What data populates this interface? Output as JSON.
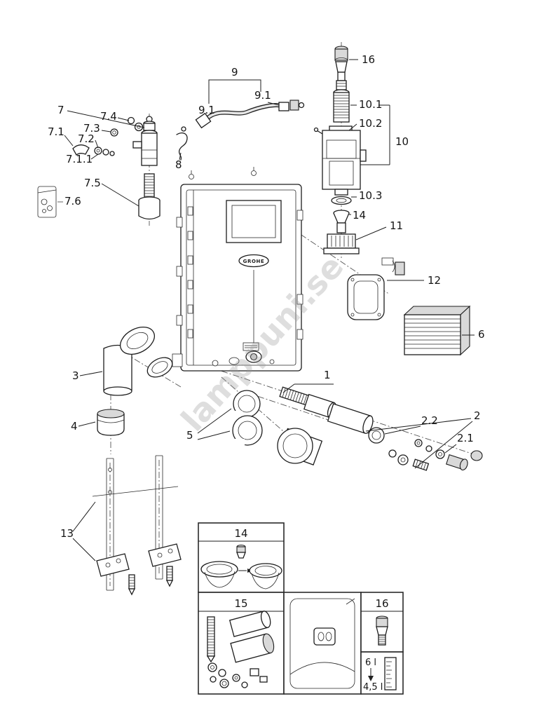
{
  "diagram": {
    "watermark": "lamppuni.se",
    "brand_logo": "GROHE"
  },
  "callouts": {
    "c16": "16",
    "c9": "9",
    "c9_1a": "9.1",
    "c9_1b": "9.1",
    "c7": "7",
    "c7_1": "7.1",
    "c7_2": "7.2",
    "c7_3": "7.3",
    "c7_4": "7.4",
    "c7_1_1": "7.1.1",
    "c7_5": "7.5",
    "c7_6": "7.6",
    "c8": "8",
    "c10": "10",
    "c10_1": "10.1",
    "c10_2": "10.2",
    "c10_3": "10.3",
    "c14": "14",
    "c11": "11",
    "c12": "12",
    "c6": "6",
    "c3": "3",
    "c4": "4",
    "c5": "5",
    "c1": "1",
    "c2": "2",
    "c2_1": "2.1",
    "c2_2": "2.2",
    "c13": "13"
  },
  "insets": {
    "box14": "14",
    "box15": "15",
    "box16": "16",
    "capacity_full": "6 l",
    "capacity_half": "4,5 l"
  }
}
